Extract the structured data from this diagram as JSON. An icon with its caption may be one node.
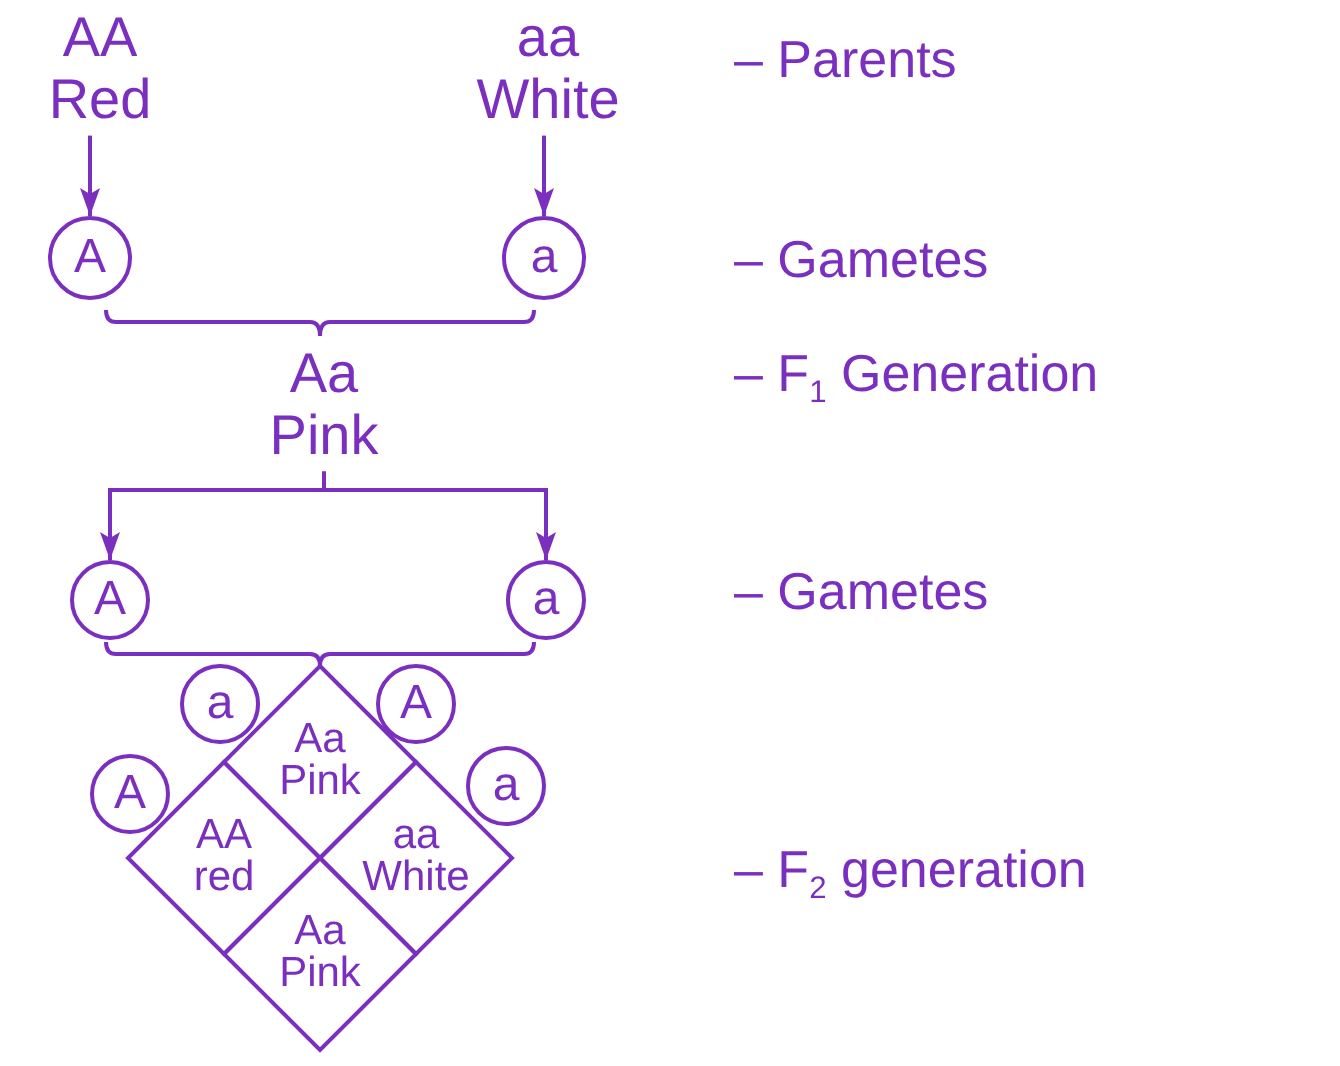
{
  "diagram": {
    "nodes": [
      {
        "text": [
          "AA Red"
        ]
      },
      {
        "text": [
          "aa White"
        ]
      },
      {
        "text": [
          "A"
        ]
      },
      {
        "text": [
          "a"
        ]
      },
      {
        "text": [
          "Aa Pink"
        ]
      },
      {
        "text": [
          "A"
        ]
      },
      {
        "text": [
          "a"
        ]
      },
      {
        "text": [
          "a"
        ]
      },
      {
        "text": [
          "A"
        ]
      },
      {
        "text": [
          "Aa Pink"
        ]
      },
      {
        "text": [
          "A"
        ]
      },
      {
        "text": [
          "a"
        ]
      },
      {
        "text": [
          "AA red"
        ]
      },
      {
        "text": [
          "aa White"
        ]
      },
      {
        "text": [
          "Aa Pink"
        ]
      }
    ],
    "edges": [
      {
        "from": 0,
        "to": 2,
        "arrow": "to"
      },
      {
        "from": 1,
        "to": 3,
        "arrow": "to"
      },
      {
        "from": 4,
        "to": 5,
        "arrow": "to"
      },
      {
        "from": 4,
        "to": 6,
        "arrow": "to"
      }
    ],
    "labels": [
      "– Parents",
      "– Gametes",
      "– F$_{1}$ Generation",
      "– Gametes",
      "– F$_{2}$ generation"
    ]
  }
}
